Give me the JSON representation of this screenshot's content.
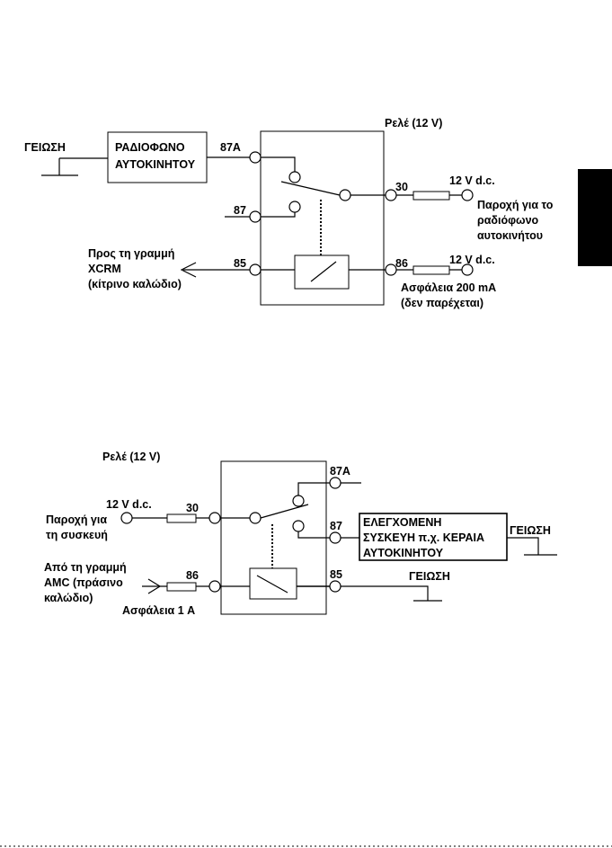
{
  "colors": {
    "ink": "#000000",
    "paper": "#ffffff"
  },
  "diagram1": {
    "relay_label": "Ρελέ (12 V)",
    "ground_label": "ΓΕΙΩΣΗ",
    "radio_line1": "ΡΑΔΙΟΦΩΝΟ",
    "radio_line2": "ΑΥΤΟΚΙΝΗΤΟΥ",
    "pin_87a": "87A",
    "pin_87": "87",
    "pin_85": "85",
    "pin_30": "30",
    "pin_86": "86",
    "supply_top_voltage": "12 V d.c.",
    "supply_top_desc_line1": "Παροχή για το",
    "supply_top_desc_line2": "ραδιόφωνο",
    "supply_top_desc_line3": "αυτοκινήτου",
    "supply_bottom_voltage": "12 V d.c.",
    "fuse_line1": "Ασφάλεια  200 mA",
    "fuse_line2": "(δεν παρέχεται)",
    "xcrm_line1": "Προς τη γραμμή",
    "xcrm_line2": "XCRM",
    "xcrm_line3": "(κίτρινο καλώδιο)"
  },
  "diagram2": {
    "relay_label": "Ρελέ (12 V)",
    "supply_voltage": "12 V d.c.",
    "pin_30": "30",
    "supply_line1": "Παροχή για",
    "supply_line2": "τη συσκευή",
    "amc_line1": "Από τη γραμμή",
    "amc_line2": "AMC (πράσινο",
    "amc_line3": "καλώδιο)",
    "pin_86": "86",
    "fuse_label": "Ασφάλεια 1 A",
    "pin_87a": "87A",
    "pin_87": "87",
    "pin_85": "85",
    "device_line1": "ΕΛΕΓΧΟΜΕΝΗ",
    "device_line2": "ΣΥΣΚΕΥΗ π.χ. ΚΕΡΑΙΑ",
    "device_line3": "ΑΥΤΟΚΙΝΗΤΟΥ",
    "ground_right": "ΓΕΙΩΣΗ",
    "ground_mid": "ΓΕΙΩΣΗ"
  }
}
